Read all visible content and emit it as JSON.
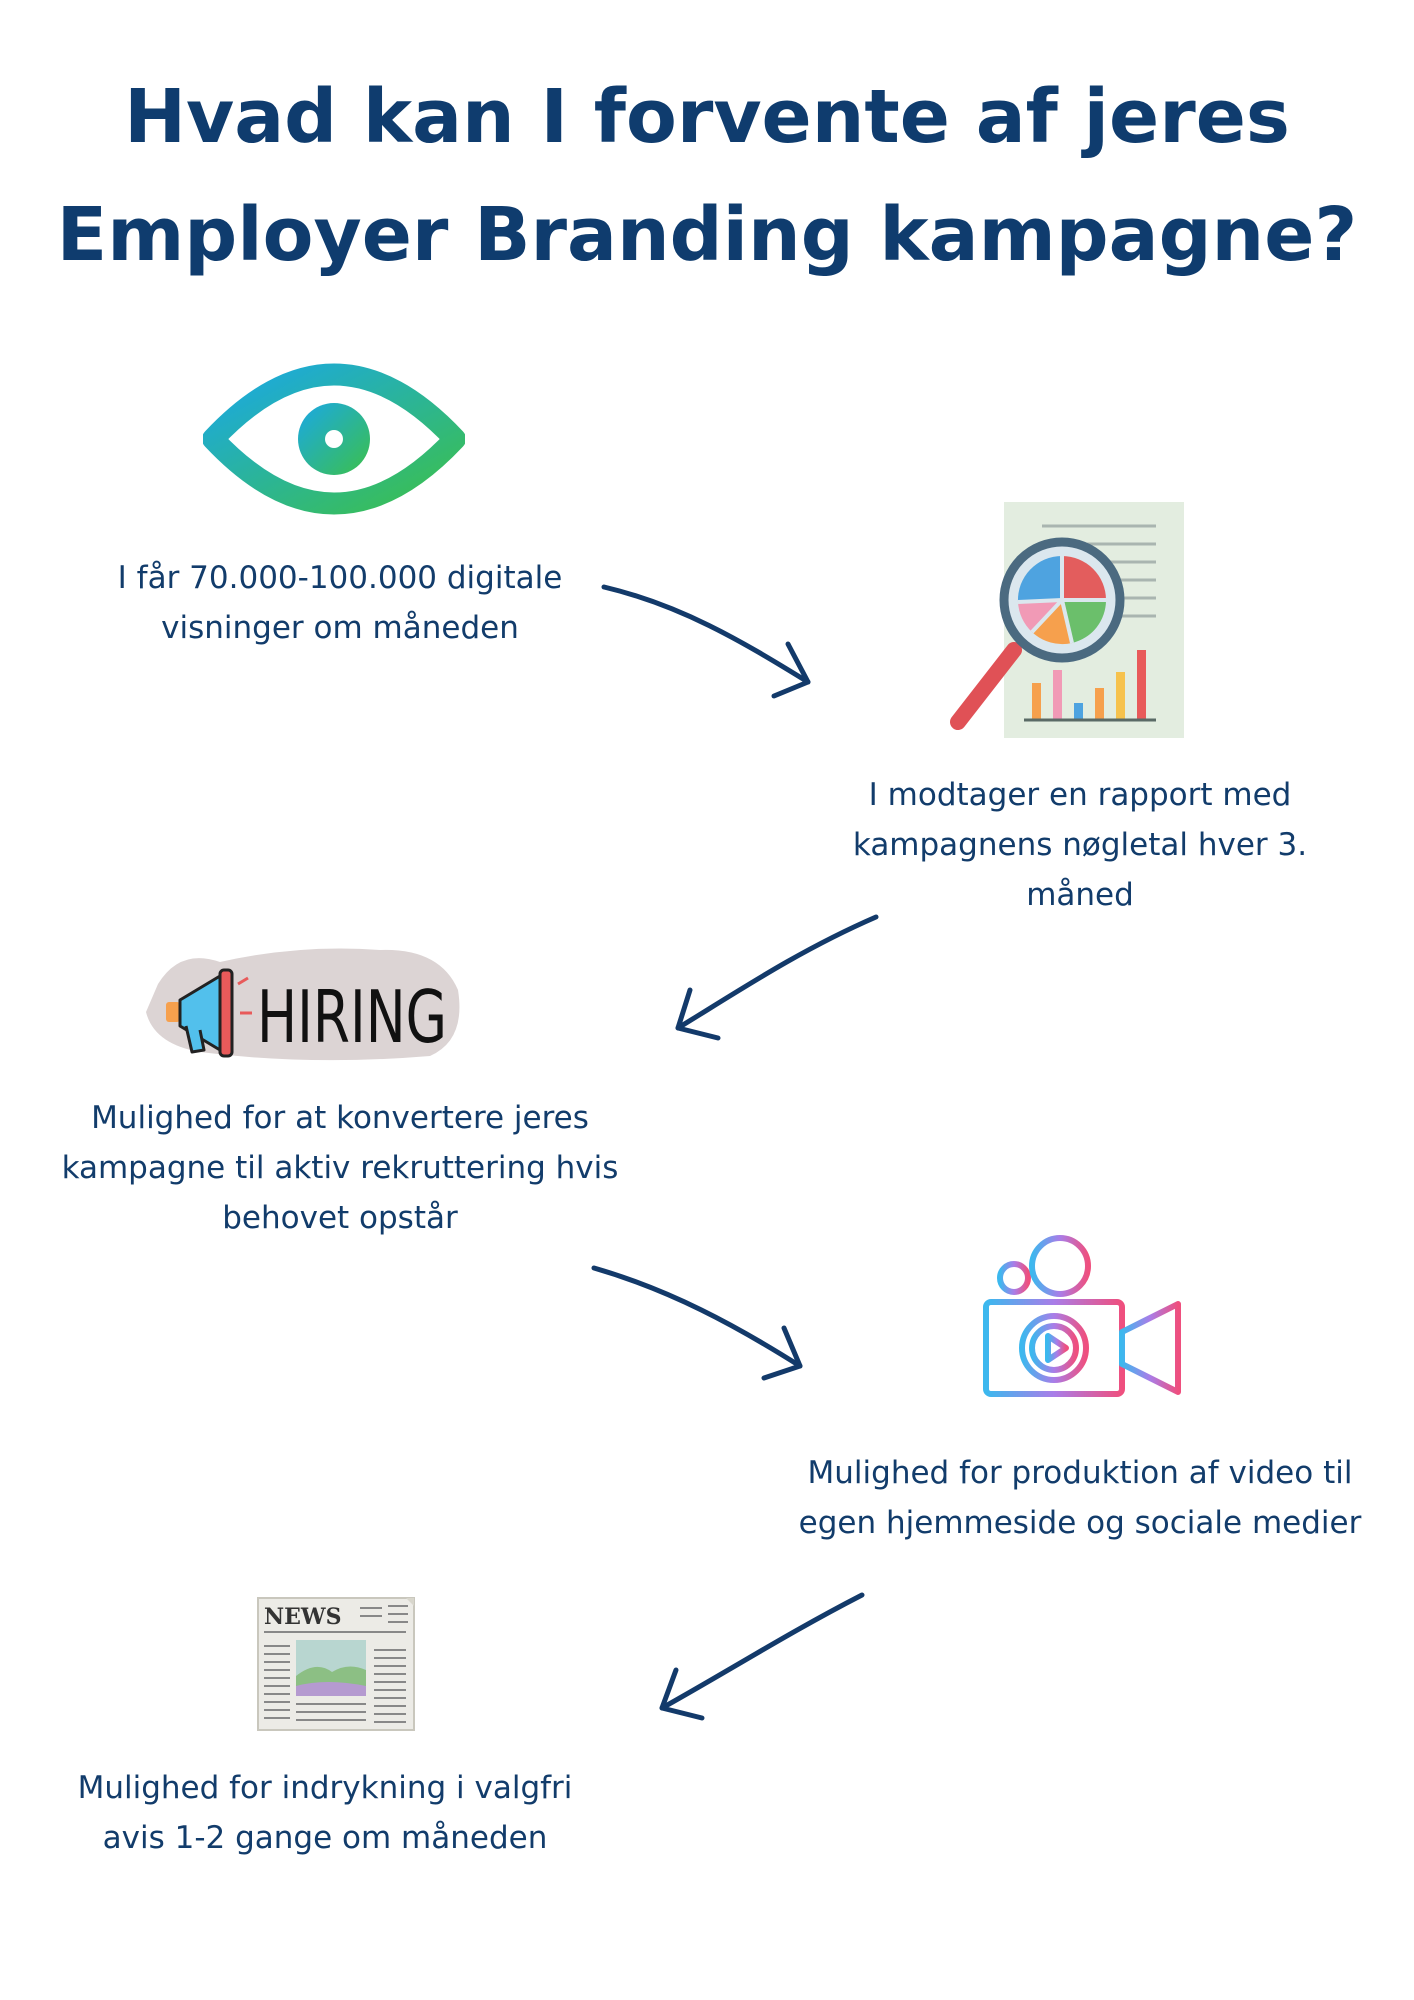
{
  "title": {
    "line1": "Hvad kan I forvente af jeres",
    "line2": "Employer Branding kampagne?"
  },
  "steps": [
    {
      "icon": "eye-icon",
      "lines": [
        "I får 70.000-100.000 digitale",
        "visninger om måneden"
      ]
    },
    {
      "icon": "report-magnifier-icon",
      "lines": [
        "I modtager en rapport med",
        "kampagnens nøgletal hver 3.",
        "måned"
      ]
    },
    {
      "icon": "hiring-megaphone-icon",
      "icon_text": "HIRING",
      "lines": [
        "Mulighed for at konvertere jeres",
        "kampagne til aktiv rekruttering hvis",
        "behovet opstår"
      ]
    },
    {
      "icon": "video-camera-icon",
      "lines": [
        "Mulighed for produktion af video til",
        "egen hjemmeside og sociale medier"
      ]
    },
    {
      "icon": "newspaper-icon",
      "icon_text": "NEWS",
      "lines": [
        "Mulighed for indrykning i valgfri",
        "avis 1-2 gange om måneden"
      ]
    }
  ],
  "colors": {
    "title": "#0f3c6e",
    "text": "#123c6b",
    "arrow": "#133a6a"
  }
}
